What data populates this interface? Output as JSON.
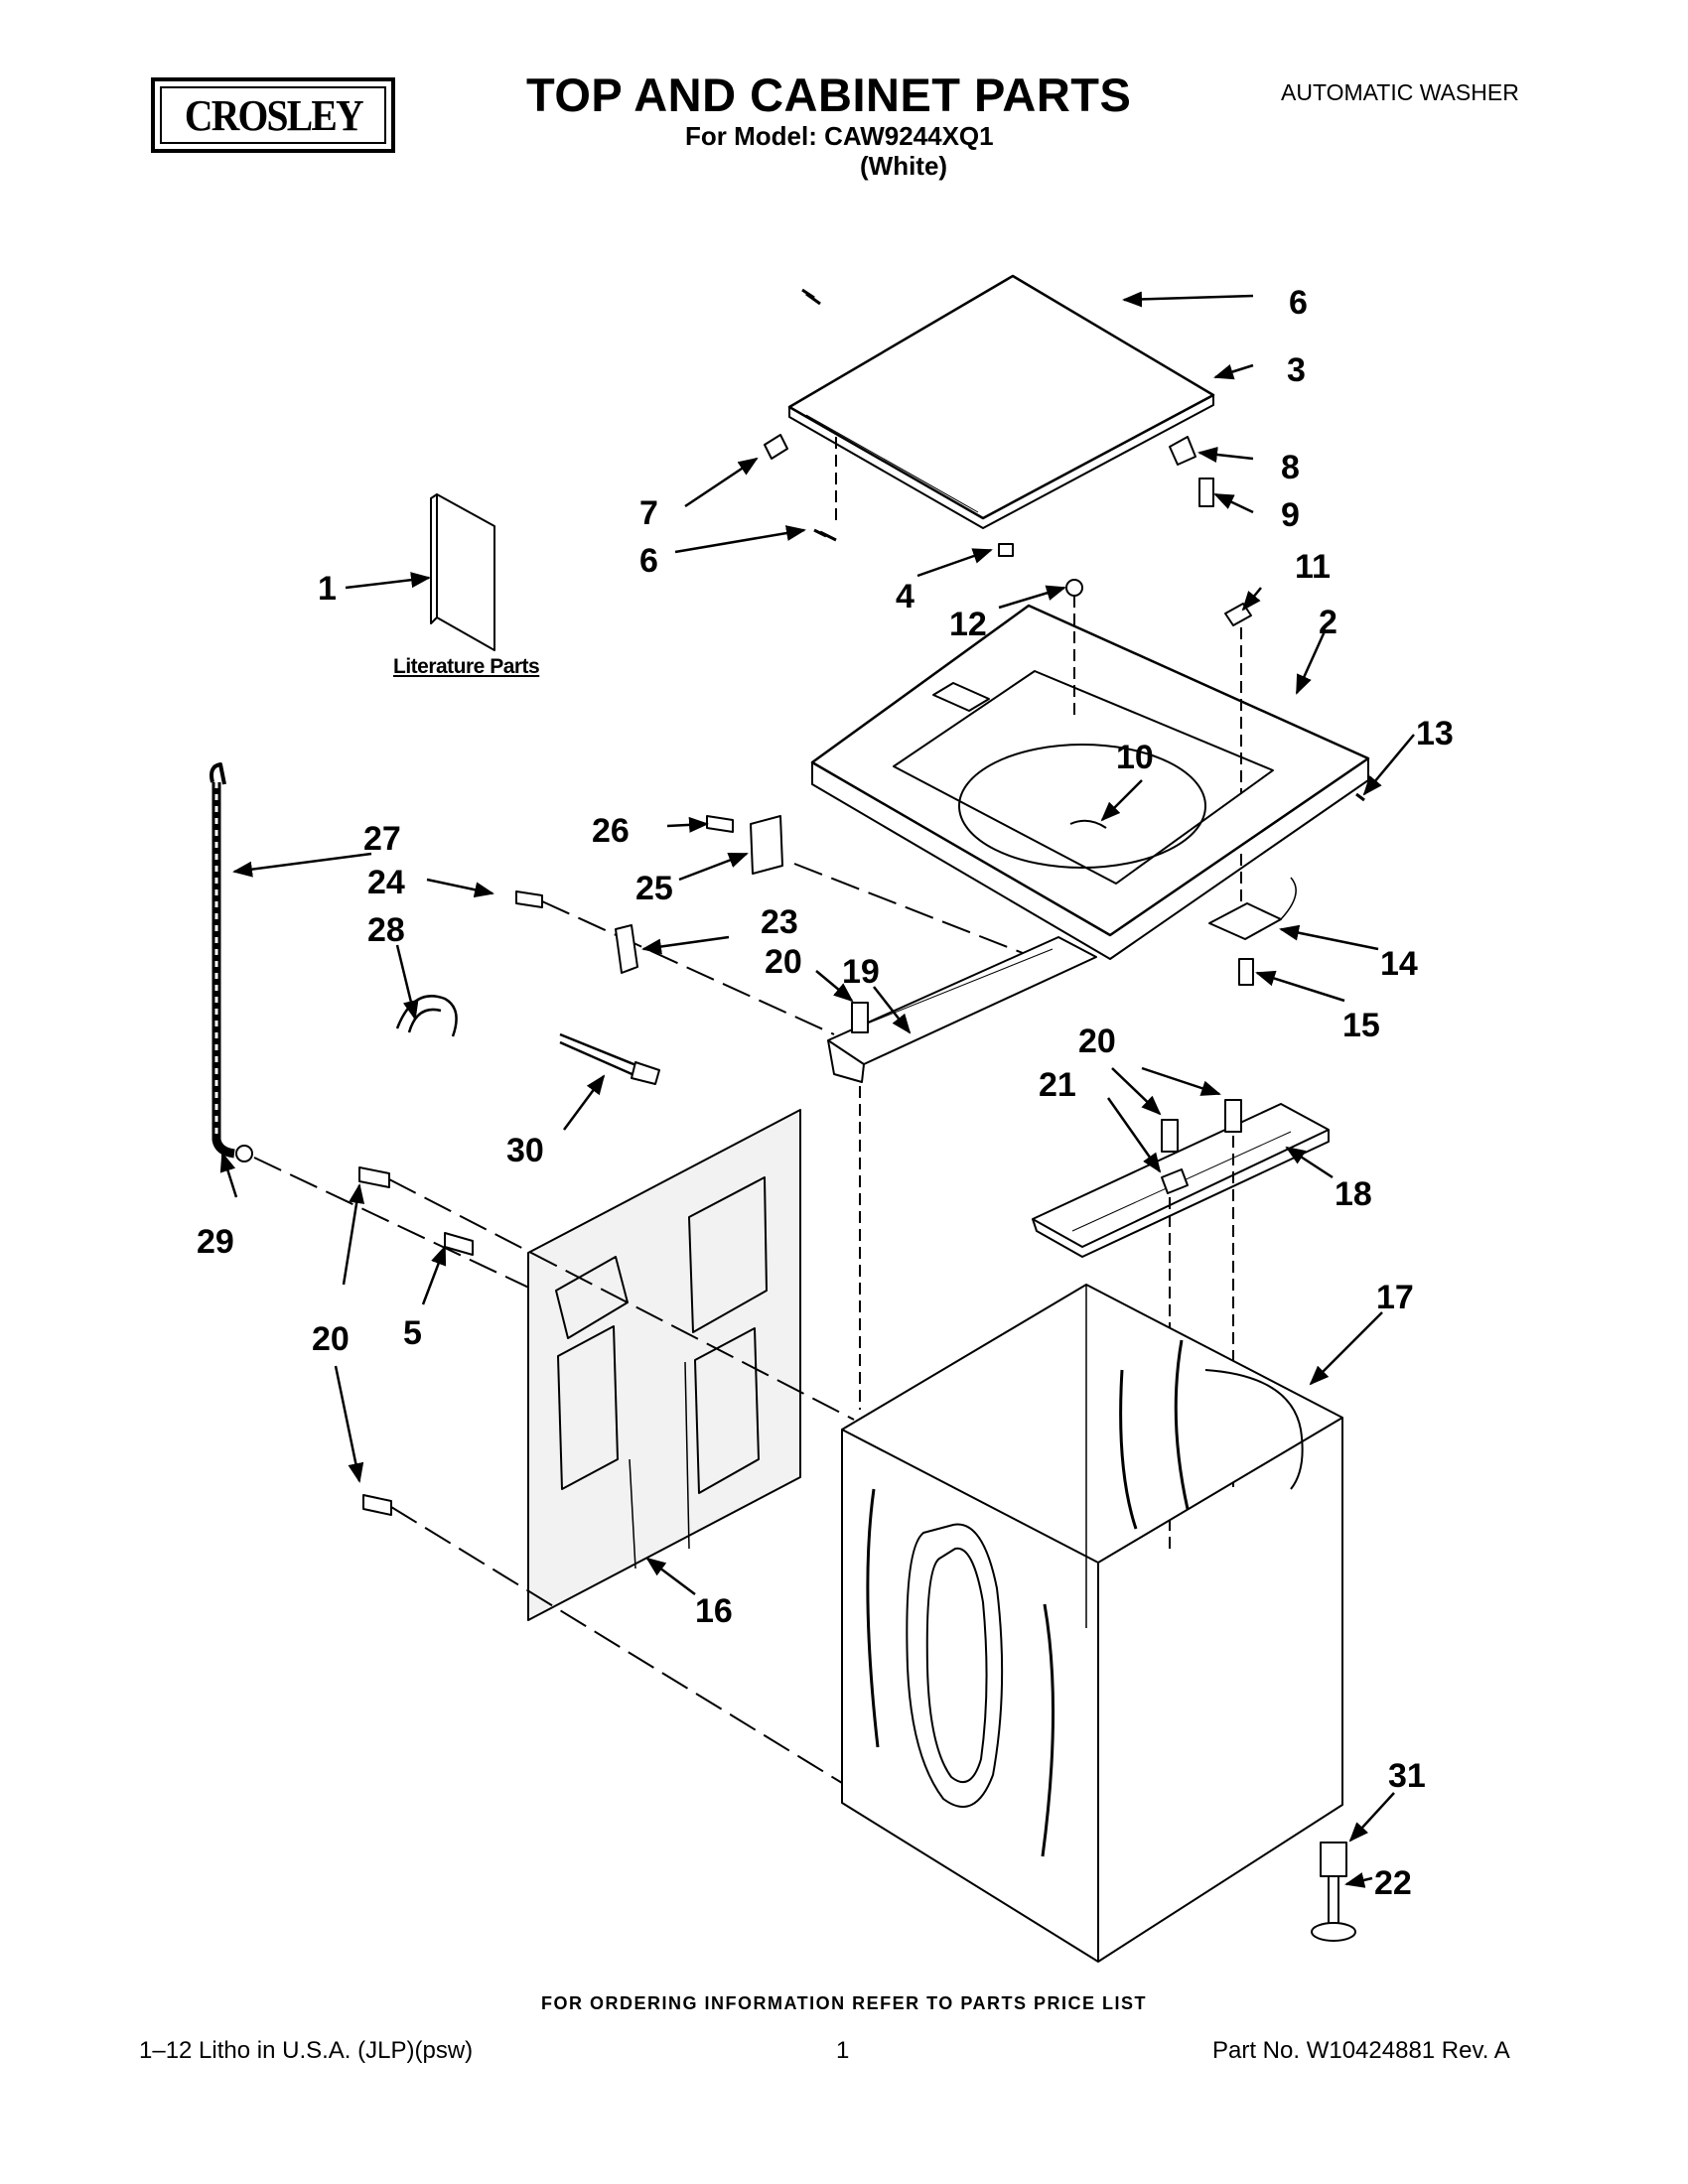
{
  "brand": {
    "logo_text": "CROSLEY"
  },
  "header": {
    "title": "TOP AND CABINET PARTS",
    "model_line": "For Model: CAW9244XQ1",
    "color_line": "(White)",
    "product_type": "AUTOMATIC WASHER"
  },
  "diagram": {
    "literature_label": "Literature Parts",
    "callouts": [
      "1",
      "2",
      "3",
      "4",
      "5",
      "6",
      "6",
      "7",
      "8",
      "9",
      "10",
      "11",
      "12",
      "13",
      "14",
      "15",
      "16",
      "17",
      "18",
      "19",
      "20",
      "20",
      "20",
      "21",
      "22",
      "23",
      "24",
      "25",
      "26",
      "27",
      "28",
      "29",
      "30",
      "31"
    ]
  },
  "footer": {
    "ordering_note": "FOR ORDERING INFORMATION REFER TO PARTS PRICE LIST",
    "litho": "1–12 Litho in U.S.A. (JLP)(psw)",
    "page": "1",
    "part_no": "Part No. W10424881 Rev. A"
  },
  "colors": {
    "ink": "#000000",
    "paper": "#ffffff",
    "panel_shade": "#f2f2f2"
  }
}
